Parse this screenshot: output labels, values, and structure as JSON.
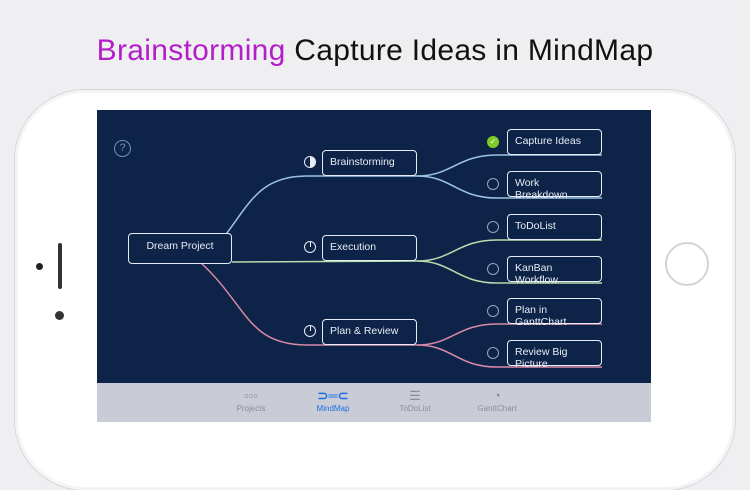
{
  "headline": {
    "accent": "Brainstorming",
    "rest": " Capture Ideas in MindMap"
  },
  "help_icon": "?",
  "root": "Dream Project",
  "branches": [
    {
      "label": "Brainstorming",
      "status": "half",
      "color": "#9cc3e6",
      "children": [
        {
          "label": "Capture Ideas",
          "done": true
        },
        {
          "label": "Work Breakdown",
          "done": false
        }
      ]
    },
    {
      "label": "Execution",
      "status": "started",
      "color": "#b9dcae",
      "children": [
        {
          "label": "ToDoList",
          "done": false
        },
        {
          "label": "KanBan Workflow",
          "done": false
        }
      ]
    },
    {
      "label": "Plan & Review",
      "status": "started",
      "color": "#d98aa8",
      "children": [
        {
          "label": "Plan in GanttChart",
          "done": false
        },
        {
          "label": "Review Big Picture",
          "done": false
        }
      ]
    }
  ],
  "tabs": [
    {
      "label": "Projects",
      "icon": "grid-icon",
      "active": false
    },
    {
      "label": "MindMap",
      "icon": "mindmap-icon",
      "active": true
    },
    {
      "label": "ToDoList",
      "icon": "list-icon",
      "active": false
    },
    {
      "label": "GanttChart",
      "icon": "pie-icon",
      "active": false
    }
  ],
  "colors": {
    "accent": "#b31ec9",
    "screen": "#0d2347",
    "done": "#7dcc2a",
    "tab_active": "#1f6fe0"
  }
}
